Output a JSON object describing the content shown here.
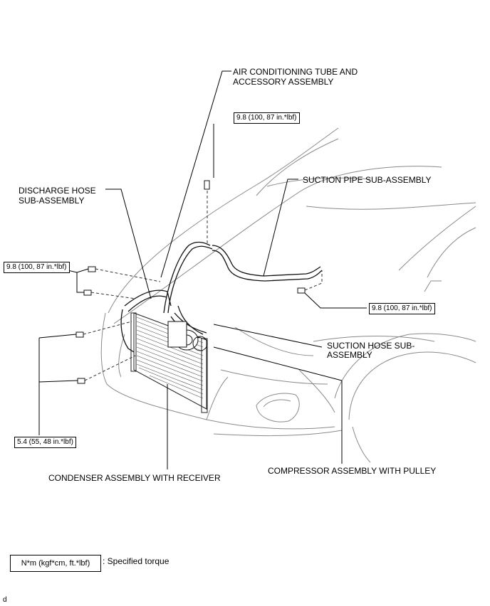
{
  "labels": {
    "ac_tube_line1": "AIR CONDITIONING TUBE AND",
    "ac_tube_line2": "ACCESSORY ASSEMBLY",
    "discharge_hose_line1": "DISCHARGE HOSE",
    "discharge_hose_line2": "SUB-ASSEMBLY",
    "suction_pipe": "SUCTION PIPE SUB-ASSEMBLY",
    "suction_hose_line1": "SUCTION HOSE SUB-",
    "suction_hose_line2": "ASSEMBLY",
    "condenser": "CONDENSER ASSEMBLY WITH RECEIVER",
    "compressor": "COMPRESSOR ASSEMBLY WITH PULLEY"
  },
  "torques": {
    "top_bolt": "9.8 (100, 87 in.*lbf)",
    "left_bolts": "9.8 (100, 87 in.*lbf)",
    "right_bolt": "9.8 (100, 87 in.*lbf)",
    "condenser_bolts": "5.4 (55, 48 in.*lbf)"
  },
  "legend": {
    "unit_box": "N*m (kgf*cm, ft.*lbf)",
    "description": ": Specified torque"
  },
  "footer_code": "d"
}
